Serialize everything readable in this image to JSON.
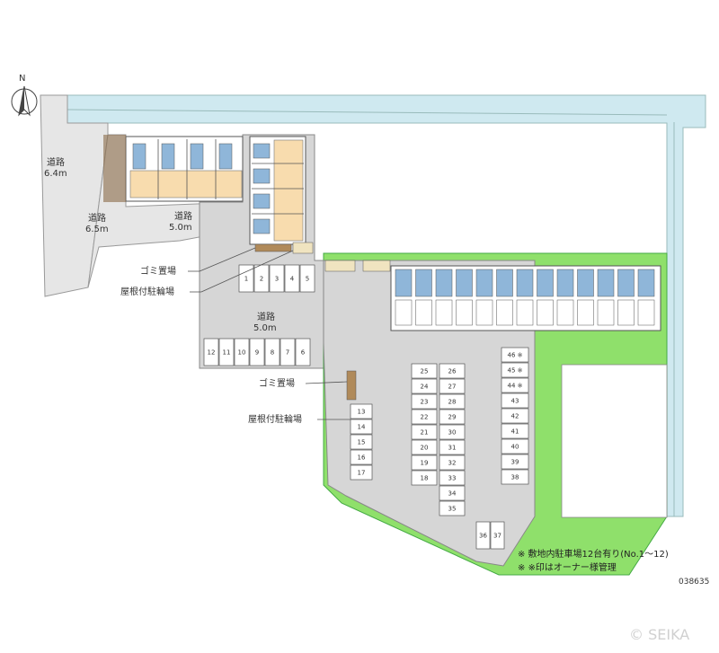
{
  "compass_letter": "N",
  "roads": [
    {
      "id": "west",
      "line1": "道路",
      "line2": "6.4m"
    },
    {
      "id": "diag",
      "line1": "道路",
      "line2": "6.5m"
    },
    {
      "id": "inner-top",
      "line1": "道路",
      "line2": "5.0m"
    },
    {
      "id": "inner-mid",
      "line1": "道路",
      "line2": "5.0m"
    }
  ],
  "labels": {
    "garbage_1": "ゴミ置場",
    "bike_1": "屋根付駐輪場",
    "garbage_2": "ゴミ置場",
    "bike_2": "屋根付駐輪場"
  },
  "parking_slots": [
    {
      "n": "1"
    },
    {
      "n": "2"
    },
    {
      "n": "3"
    },
    {
      "n": "4"
    },
    {
      "n": "5"
    },
    {
      "n": "12"
    },
    {
      "n": "11"
    },
    {
      "n": "10"
    },
    {
      "n": "9"
    },
    {
      "n": "8"
    },
    {
      "n": "7"
    },
    {
      "n": "6"
    },
    {
      "n": "13"
    },
    {
      "n": "14"
    },
    {
      "n": "15"
    },
    {
      "n": "16"
    },
    {
      "n": "17"
    },
    {
      "n": "25"
    },
    {
      "n": "24"
    },
    {
      "n": "23"
    },
    {
      "n": "22"
    },
    {
      "n": "21"
    },
    {
      "n": "20"
    },
    {
      "n": "19"
    },
    {
      "n": "18"
    },
    {
      "n": "26"
    },
    {
      "n": "27"
    },
    {
      "n": "28"
    },
    {
      "n": "29"
    },
    {
      "n": "30"
    },
    {
      "n": "31"
    },
    {
      "n": "32"
    },
    {
      "n": "33"
    },
    {
      "n": "34"
    },
    {
      "n": "35"
    },
    {
      "n": "36"
    },
    {
      "n": "37"
    },
    {
      "n": "46 ※"
    },
    {
      "n": "45 ※"
    },
    {
      "n": "44 ※"
    },
    {
      "n": "43"
    },
    {
      "n": "42"
    },
    {
      "n": "41"
    },
    {
      "n": "40"
    },
    {
      "n": "39"
    },
    {
      "n": "38"
    }
  ],
  "notes": {
    "line1": "※ 敷地内駐車場12台有り(No.1〜12)",
    "line2": "※ ※印はオーナー様管理"
  },
  "map_code": "038635",
  "copyright": "© SEIKA",
  "colors": {
    "road": "#e6e6e6",
    "lot": "#d6d6d6",
    "grass": "#8fe06b",
    "water": "#cfe9f0",
    "room": "#f8dcae",
    "bath": "#8fb6d9"
  }
}
